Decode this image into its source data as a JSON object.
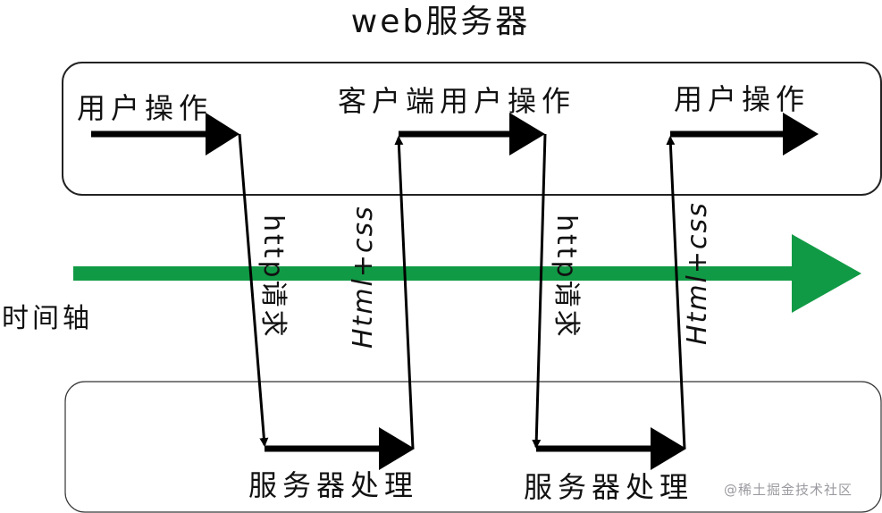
{
  "title": "web服务器",
  "timeline_label": "时间轴",
  "top_labels": {
    "user_action_1": "用户操作",
    "client_action": "客户端用户操作",
    "user_action_2": "用户操作"
  },
  "bottom_labels": {
    "server_process_1": "服务器处理",
    "server_process_2": "服务器处理"
  },
  "arrow_labels": {
    "request_1": "http请求",
    "response_1": "Html+css",
    "request_2": "http请求",
    "response_2": "Html+css"
  },
  "watermark": "@稀土掘金技术社区",
  "colors": {
    "timeline": "#119a45",
    "arrows": "#000000",
    "box_border": "#222222"
  }
}
